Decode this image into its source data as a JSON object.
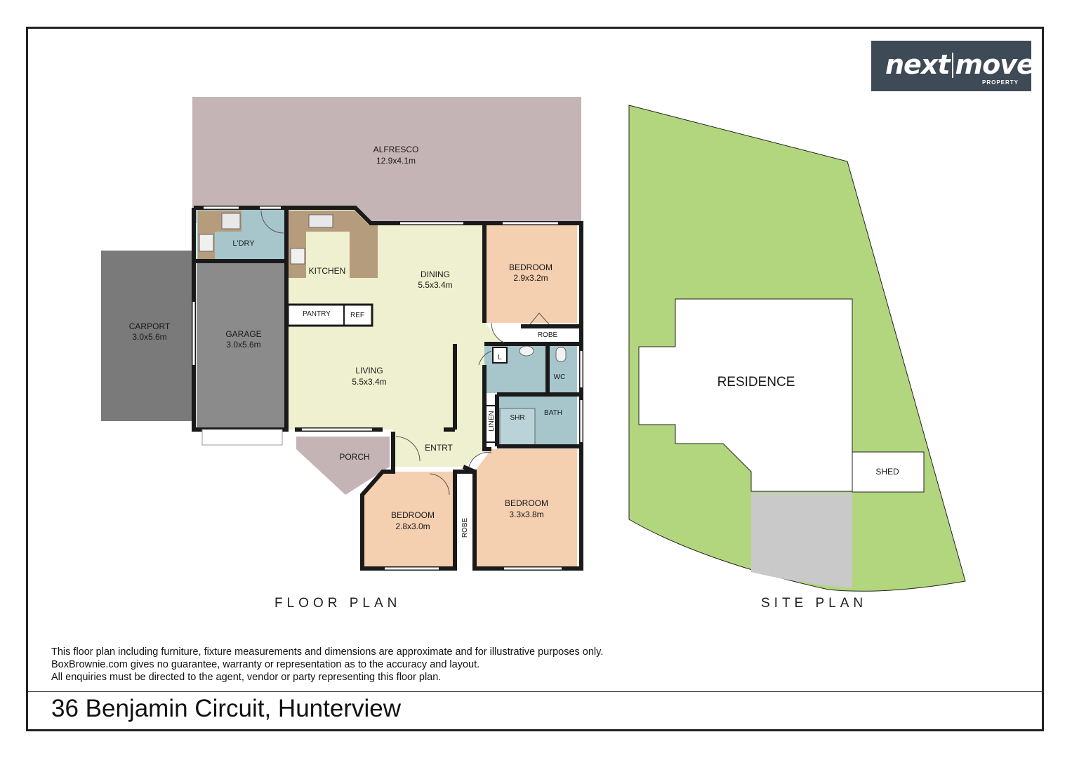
{
  "logo": {
    "brand_left": "next",
    "brand_right": "move",
    "tagline": "PROPERTY"
  },
  "floor_plan": {
    "caption": "FLOOR PLAN",
    "rooms": {
      "alfresco": {
        "name": "ALFRESCO",
        "size": "12.9x4.1m"
      },
      "laundry": {
        "name": "L'DRY"
      },
      "kitchen": {
        "name": "KITCHEN"
      },
      "dining": {
        "name": "DINING",
        "size": "5.5x3.4m"
      },
      "bedroom_top": {
        "name": "BEDROOM",
        "size": "2.9x3.2m"
      },
      "robe_top": {
        "name": "ROBE"
      },
      "linen_closet": {
        "name": "L"
      },
      "wc": {
        "name": "WC"
      },
      "carport": {
        "name": "CARPORT",
        "size": "3.0x5.6m"
      },
      "garage": {
        "name": "GARAGE",
        "size": "3.0x5.6m"
      },
      "pantry": {
        "name": "PANTRY"
      },
      "ref": {
        "name": "REF"
      },
      "living": {
        "name": "LIVING",
        "size": "5.5x3.4m"
      },
      "linen": {
        "name": "LINEN"
      },
      "shower": {
        "name": "SHR"
      },
      "bath": {
        "name": "BATH"
      },
      "entry": {
        "name": "ENTRT"
      },
      "porch": {
        "name": "PORCH"
      },
      "bedroom_left": {
        "name": "BEDROOM",
        "size": "2.8x3.0m"
      },
      "robe_bottom": {
        "name": "ROBE"
      },
      "bedroom_right": {
        "name": "BEDROOM",
        "size": "3.3x3.8m"
      }
    }
  },
  "site_plan": {
    "caption": "SITE PLAN",
    "residence": "RESIDENCE",
    "shed": "SHED"
  },
  "colors": {
    "alfresco": "#c5b4b6",
    "carport": "#7a7a7a",
    "garage": "#8b8b8b",
    "living": "#eef0cf",
    "bedroom": "#f4cfb0",
    "wet": "#a6c6cc",
    "porch": "#c5b4b6",
    "lawn": "#b2d67e",
    "driveway": "#c9c9c9",
    "wall": "#1a1a1a",
    "bench": "#b59c7c"
  },
  "disclaimer": [
    "This floor plan including furniture, fixture measurements and dimensions are approximate and for illustrative purposes only.",
    "BoxBrownie.com gives no guarantee, warranty or representation as to the accuracy and layout.",
    "All enquiries must be directed to the agent, vendor or party representing this floor plan."
  ],
  "address": "36 Benjamin Circuit, Hunterview"
}
